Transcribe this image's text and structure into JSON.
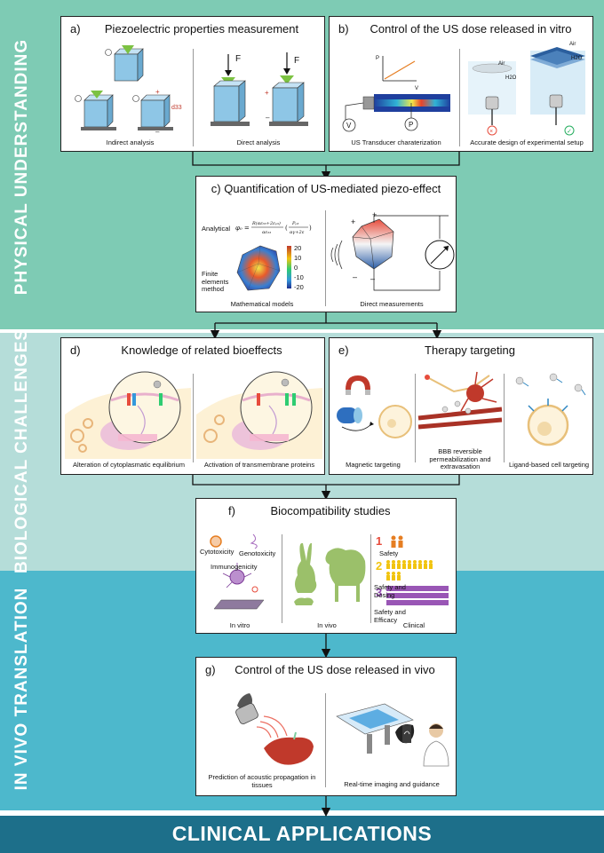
{
  "colors": {
    "physical_band": "#7ecbb4",
    "biological_band": "#b5ddd9",
    "invivo_band": "#4db8cc",
    "clinical_band": "#1d6f8a",
    "cube_blue": "#8ec6e6",
    "arrow_green": "#7cc242"
  },
  "sections": {
    "physical": "PHYSICAL UNDERSTANDING",
    "biological": "BIOLOGICAL CHALLENGES",
    "invivo": "IN VIVO TRANSLATION",
    "clinical": "CLINICAL APPLICATIONS"
  },
  "boxes": {
    "a": {
      "letter": "a)",
      "title": "Piezoelectric properties measurement",
      "left_caption": "Indirect analysis",
      "right_caption": "Direct analysis",
      "force_label": "F",
      "d33_label": "d33"
    },
    "b": {
      "letter": "b)",
      "title": "Control of the US dose released in vitro",
      "left_caption": "US Transducer charaterization",
      "right_caption": "Accurate design of experimental setup",
      "axis_p": "P",
      "axis_v": "V",
      "v_label": "V",
      "p_label": "P",
      "air1": "Air",
      "h2o1": "H2O",
      "air2": "Air",
      "h2o2": "H2O"
    },
    "c": {
      "title": "c)  Quantification of US-mediated piezo-effect",
      "analytical_label": "Analytical",
      "fem_label": "Finite elements method",
      "left_caption": "Mathematical models",
      "right_caption": "Direct measurements",
      "scale_ticks": [
        "20",
        "10",
        "0",
        "-10",
        "-20"
      ]
    },
    "d": {
      "letter": "d)",
      "title": "Knowledge of related bioeffects",
      "left_caption": "Alteration of cytoplasmatic equilibrium",
      "right_caption": "Activation of transmembrane proteins"
    },
    "e": {
      "letter": "e)",
      "title": "Therapy targeting",
      "caption1": "Magnetic targeting",
      "caption2": "BBB reversible permeabilization and extravasation",
      "caption3": "Ligand-based cell targeting"
    },
    "f": {
      "letter": "f)",
      "title": "Biocompatibility studies",
      "cytotoxicity": "Cytotoxicity",
      "genotoxicity": "Genotoxicity",
      "immunogenicity": "Immunogenicity",
      "invitro_caption": "In vitro",
      "invivo_caption": "In vivo",
      "clinical_caption": "Clinical",
      "phases": [
        {
          "num": "1",
          "label": "Safety"
        },
        {
          "num": "2",
          "label": "Safety and Dosing"
        },
        {
          "num": "3",
          "label": "Safety and Efficacy"
        }
      ]
    },
    "g": {
      "letter": "g)",
      "title": "Control of the US dose released in vivo",
      "left_caption": "Prediction of acoustic propagation in tissues",
      "right_caption": "Real-time imaging and guidance"
    }
  }
}
